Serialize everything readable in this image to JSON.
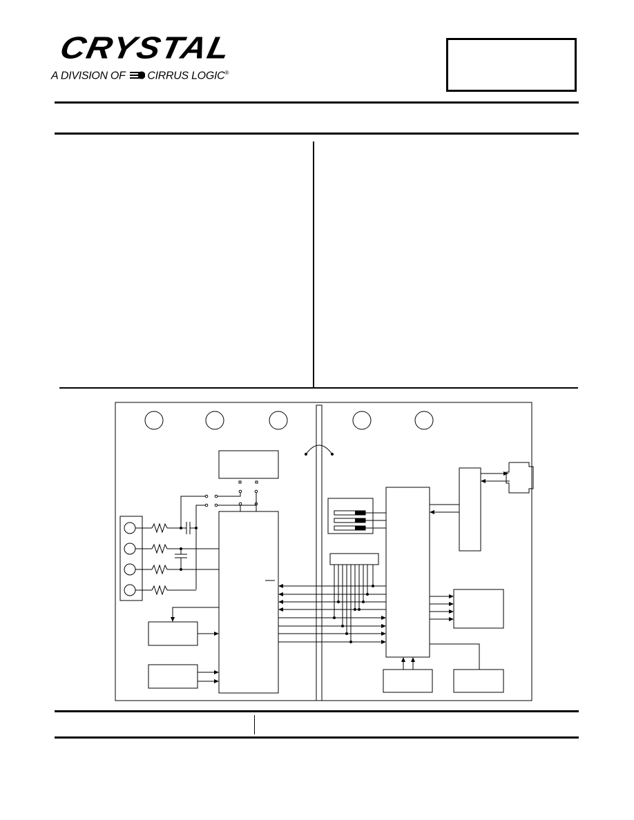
{
  "header": {
    "brand": "CRYSTAL",
    "division_prefix": "A DIVISION OF",
    "division_company": "CIRRUS LOGIC",
    "trademark": "®"
  },
  "colors": {
    "ink": "#000000",
    "paper": "#ffffff"
  }
}
